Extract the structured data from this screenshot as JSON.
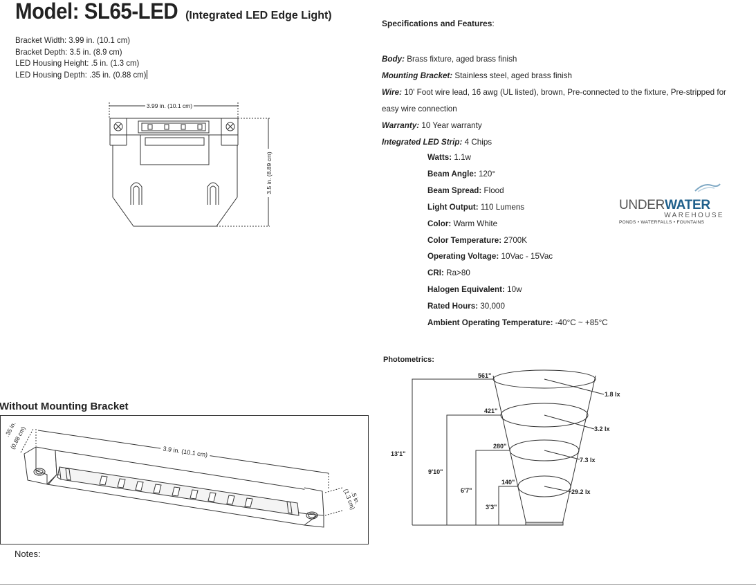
{
  "title": {
    "model": "Model: SL65-LED",
    "subtitle": "(Integrated LED Edge Light)"
  },
  "dimensions": [
    "Bracket Width: 3.99 in. (10.1 cm)",
    "Bracket Depth: 3.5 in. (8.9 cm)",
    "LED Housing Height: .5 in. (1.3 cm)",
    "LED Housing Depth: .35 in. (0.88 cm)"
  ],
  "bracket_drawing": {
    "width_label": "3.99 in. (10.1 cm)",
    "depth_label": "3.5 in. (8.89 cm)"
  },
  "specs": {
    "heading": "Specifications and Features",
    "heading_suffix": ":",
    "items": [
      {
        "label": "Body:",
        "value": " Brass fixture, aged brass finish"
      },
      {
        "label": "Mounting Bracket:",
        "value": "  Stainless steel, aged brass finish"
      },
      {
        "label": "Wire:",
        "value": "  10' Foot wire lead, 16 awg (UL listed), brown, Pre-connected to the fixture, Pre-stripped for easy wire connection"
      },
      {
        "label": "Warranty:",
        "value": " 10 Year warranty"
      },
      {
        "label": "Integrated LED Strip:",
        "value": " 4 Chips"
      }
    ],
    "led": [
      {
        "label": "Watts:",
        "value": " 1.1w"
      },
      {
        "label": "Beam Angle:",
        "value": " 120°"
      },
      {
        "label": "Beam Spread:",
        "value": " Flood"
      },
      {
        "label": "Light Output:",
        "value": " 110 Lumens"
      },
      {
        "label": "Color:",
        "value": " Warm White"
      },
      {
        "label": "Color Temperature:",
        "value": " 2700K"
      },
      {
        "label": "Operating Voltage:",
        "value": " 10Vac - 15Vac"
      },
      {
        "label": "CRI:",
        "value": " Ra>80"
      },
      {
        "label": "Halogen Equivalent:",
        "value": " 10w"
      },
      {
        "label": "Rated Hours:",
        "value": " 30,000"
      },
      {
        "label": "Ambient Operating Temperature:",
        "value": " -40°C ~ +85°C"
      }
    ]
  },
  "logo": {
    "part1": "UNDER",
    "part2": "WATER",
    "line2": "WAREHOUSE",
    "tagline": "PONDS • WATERFALLS • FOUNTAINS",
    "brand_color": "#1f5f8b"
  },
  "photometrics": {
    "heading": "Photometrics:",
    "rings": [
      {
        "diameter": "561\"",
        "lux": "1.8 lx",
        "height": "13'1\""
      },
      {
        "diameter": "421\"",
        "lux": "3.2 lx",
        "height": "9'10\""
      },
      {
        "diameter": "280\"",
        "lux": "7.3 lx",
        "height": "6'7\""
      },
      {
        "diameter": "140\"",
        "lux": "29.2 lx",
        "height": "3'3\""
      }
    ]
  },
  "housing": {
    "heading": "Without Mounting Bracket",
    "length_label": "3.9 in. (10.1 cm)",
    "depth_label_1": ".35 in.",
    "depth_label_2": "(0.88 cm)",
    "height_label_1": ".5 in.",
    "height_label_2": "(1.3 cm)"
  },
  "notes": {
    "label": "Notes:"
  }
}
